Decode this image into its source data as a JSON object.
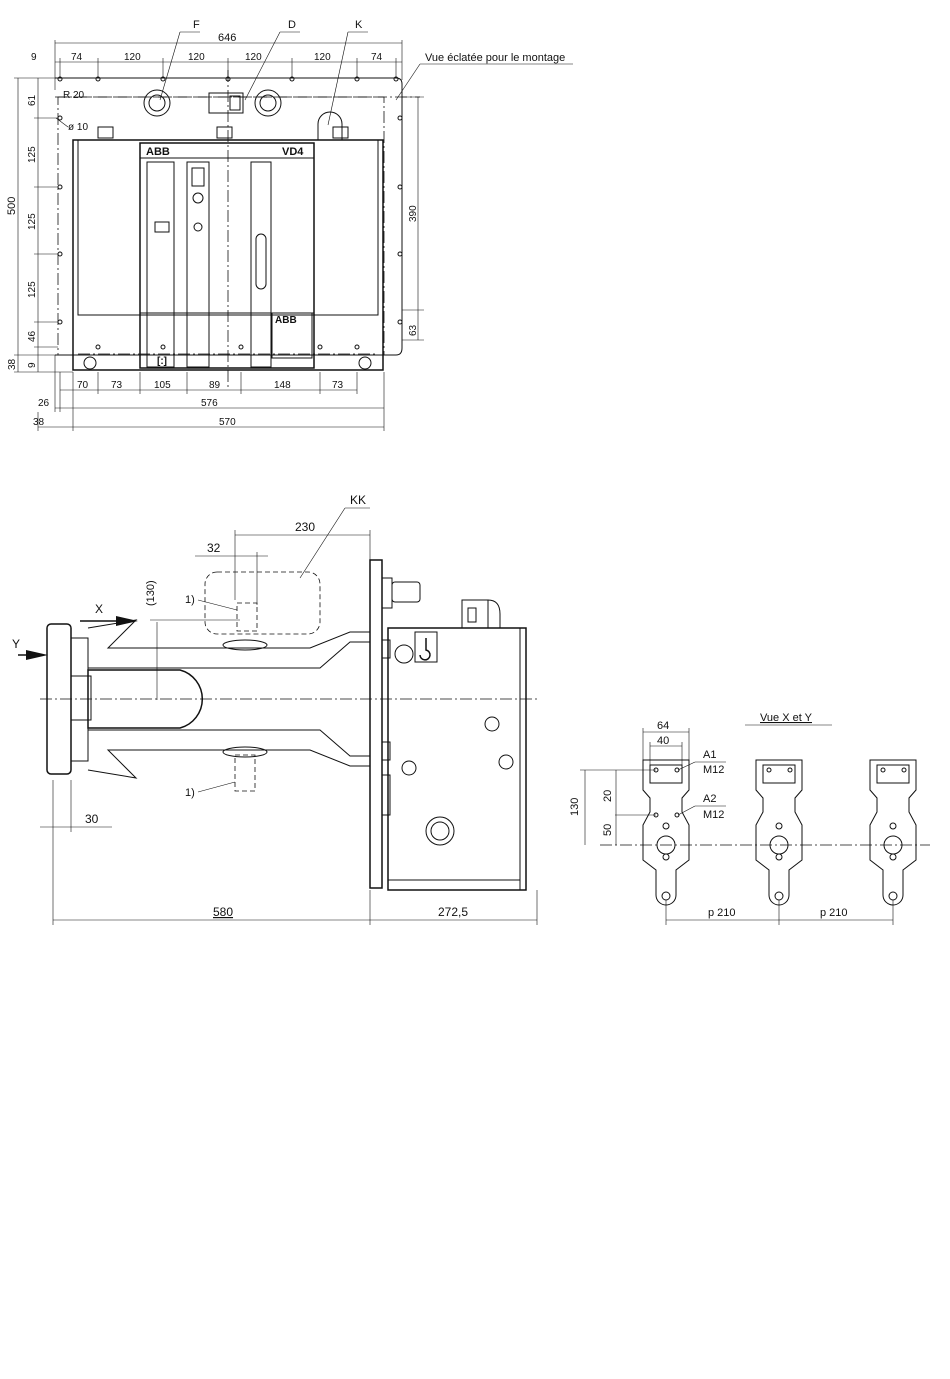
{
  "front_view": {
    "labels": {
      "f": "F",
      "d": "D",
      "k": "K",
      "exploded_note": "Vue éclatée pour le montage",
      "brand": "ABB",
      "model": "VD4"
    },
    "top_dims": {
      "overall": "646",
      "left_offset": "9",
      "seg1": "74",
      "seg2": "120",
      "seg3": "120",
      "seg4": "120",
      "seg5": "120",
      "seg6": "74"
    },
    "left_dims": {
      "height": "500",
      "d61": "61",
      "d125a": "125",
      "d125b": "125",
      "d125c": "125",
      "d46": "46",
      "d9": "9",
      "d38": "38"
    },
    "corner": {
      "radius": "R 20",
      "hole": "ø 10"
    },
    "right_dims": {
      "d390": "390",
      "d63": "63"
    },
    "bottom_dims": {
      "d70": "70",
      "d73a": "73",
      "d105": "105",
      "d89": "89",
      "d148": "148",
      "d73b": "73",
      "d26": "26",
      "d576": "576",
      "d38": "38",
      "d570": "570"
    }
  },
  "side_view": {
    "labels": {
      "kk": "KK",
      "x": "X",
      "y": "Y",
      "note1_top": "1)",
      "note1_bottom": "1)"
    },
    "dims": {
      "d230": "230",
      "d32": "32",
      "d130": "(130)",
      "d30": "30",
      "d580": "580",
      "d272": "272,5"
    }
  },
  "detail_view": {
    "title": "Vue X et Y",
    "labels": {
      "a1": "A1",
      "m12a": "M12",
      "a2": "A2",
      "m12b": "M12"
    },
    "dims": {
      "d64": "64",
      "d40": "40",
      "d130": "130",
      "d20": "20",
      "d50": "50",
      "p210a": "p 210",
      "p210b": "p 210"
    }
  }
}
